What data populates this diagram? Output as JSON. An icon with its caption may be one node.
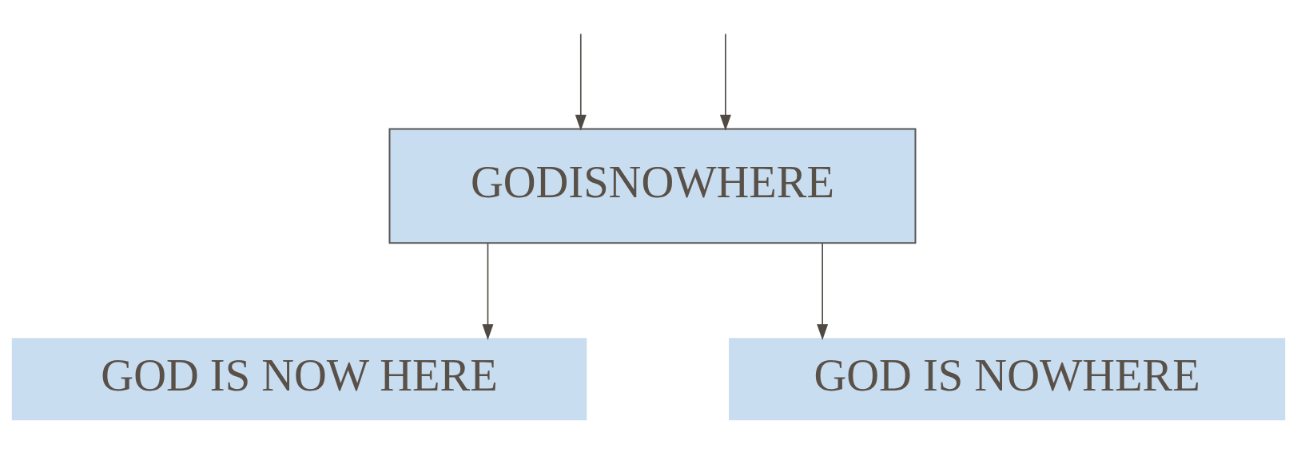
{
  "diagram": {
    "nodes": [
      {
        "text": [
          "GODISNOWHERE"
        ]
      },
      {
        "text": [
          "GOD IS NOW HERE"
        ]
      },
      {
        "text": [
          "GOD IS NOWHERE"
        ]
      }
    ],
    "edges": [
      {
        "from": null,
        "to": 0,
        "arrow": "to"
      },
      {
        "from": null,
        "to": 0,
        "arrow": "to"
      },
      {
        "from": 0,
        "to": 1,
        "arrow": "to"
      },
      {
        "from": 0,
        "to": 2,
        "arrow": "to"
      }
    ]
  }
}
